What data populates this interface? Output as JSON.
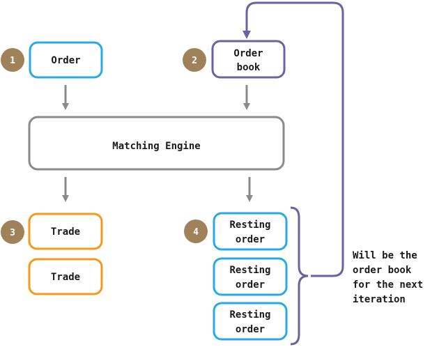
{
  "colors": {
    "order_blue": "#29a9e6",
    "orderbook_purple": "#6b63a0",
    "engine_gray": "#8a8a8a",
    "trade_orange": "#f39a1b",
    "resting_blue": "#29a9e6",
    "badge_brown": "#a0825a",
    "arrow_gray": "#8a8a8a",
    "loop_purple": "#6b63a0"
  },
  "badges": {
    "b1": "1",
    "b2": "2",
    "b3": "3",
    "b4": "4"
  },
  "boxes": {
    "order": "Order",
    "order_book_line1": "Order",
    "order_book_line2": "book",
    "matching_engine": "Matching Engine",
    "trade_1": "Trade",
    "trade_2": "Trade",
    "resting_1_line1": "Resting",
    "resting_1_line2": "order",
    "resting_2_line1": "Resting",
    "resting_2_line2": "order",
    "resting_3_line1": "Resting",
    "resting_3_line2": "order"
  },
  "note": {
    "line1": "Will be the",
    "line2": "order book",
    "line3": "for the next",
    "line4": "iteration"
  }
}
